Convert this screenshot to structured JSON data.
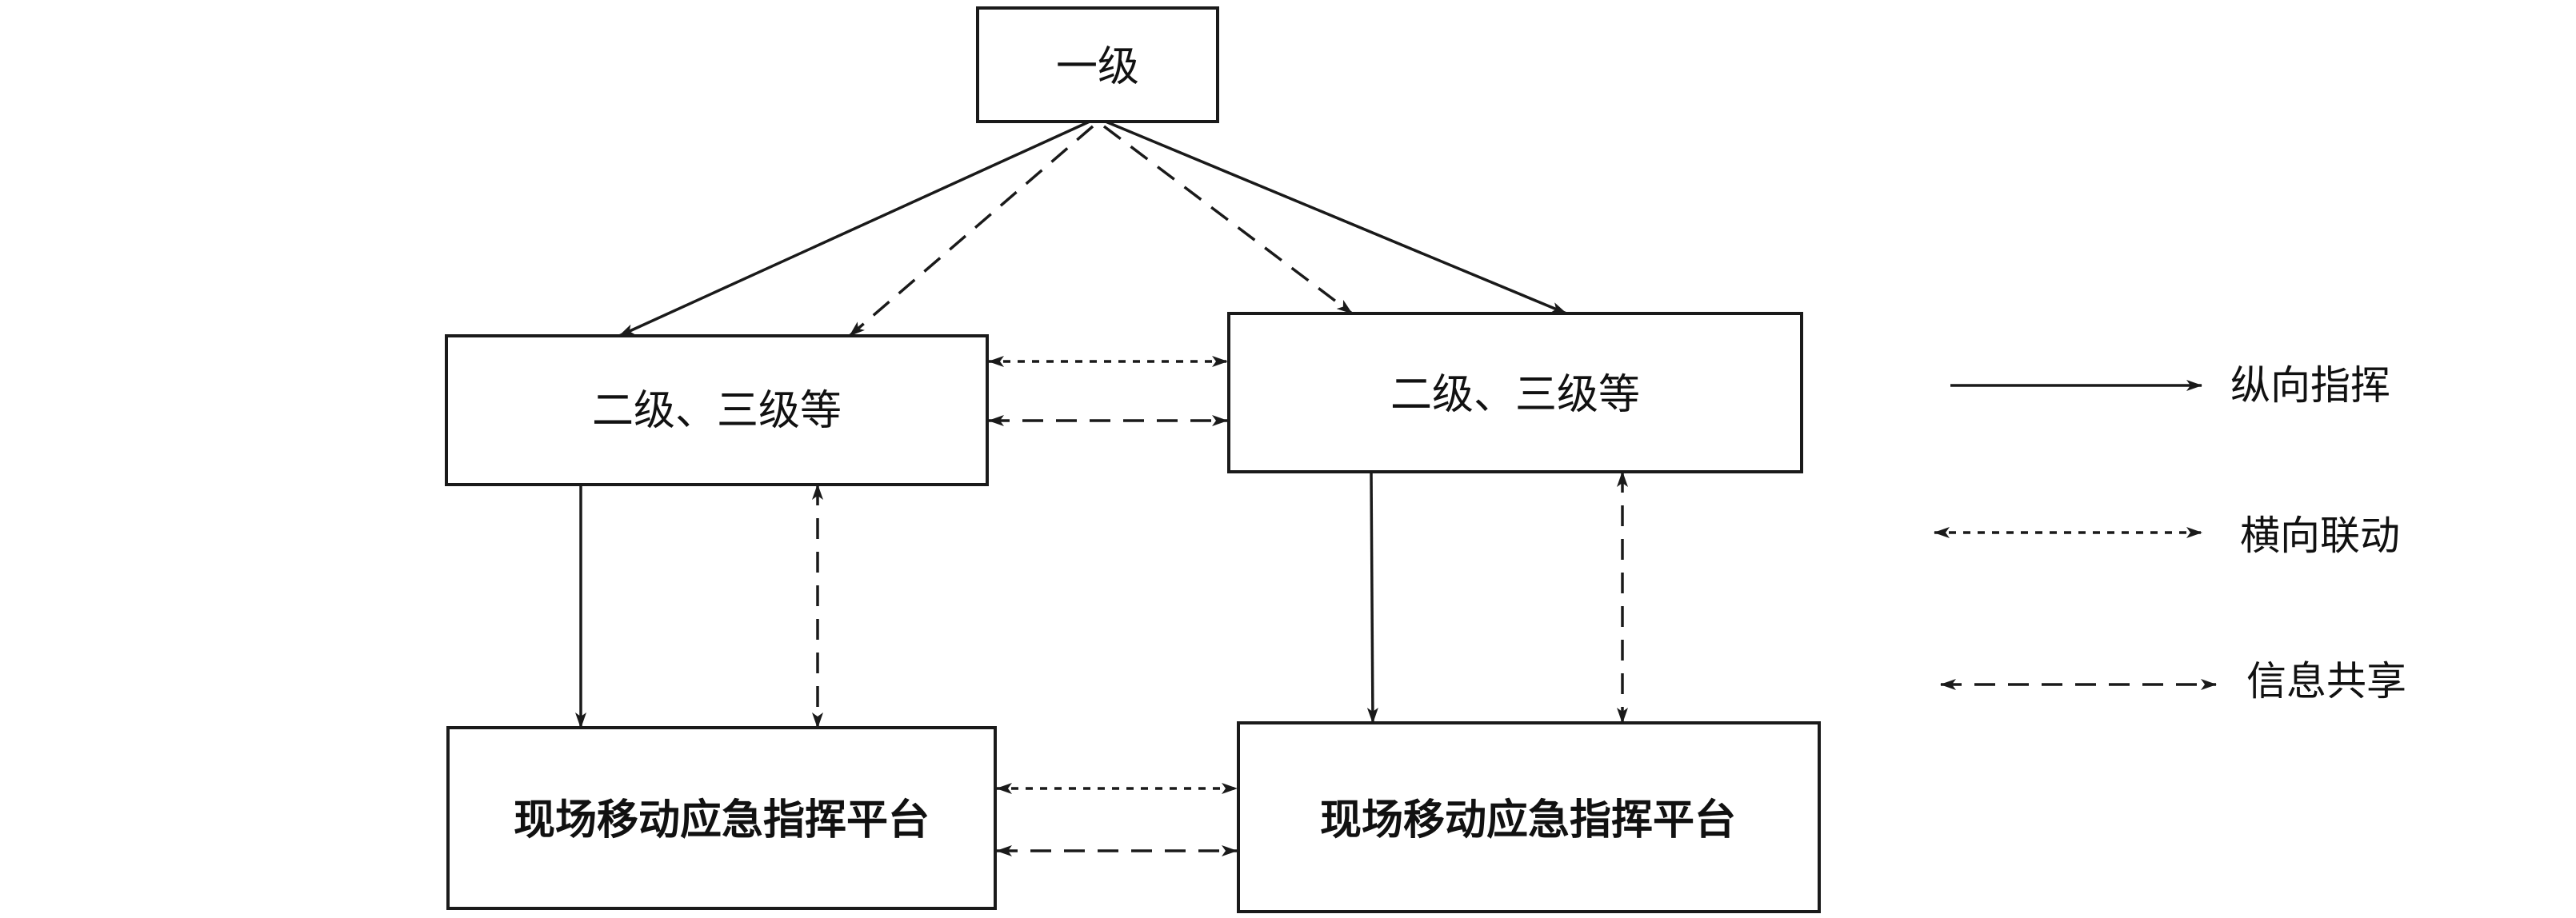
{
  "nodes": {
    "level1": "一级",
    "level2_left": "二级、三级等",
    "level2_right": "二级、三级等",
    "platform_left": "现场移动应急指挥平台",
    "platform_right": "现场移动应急指挥平台"
  },
  "legend": {
    "vertical_command": "纵向指挥",
    "horizontal_linkage": "横向联动",
    "info_sharing": "信息共享"
  }
}
